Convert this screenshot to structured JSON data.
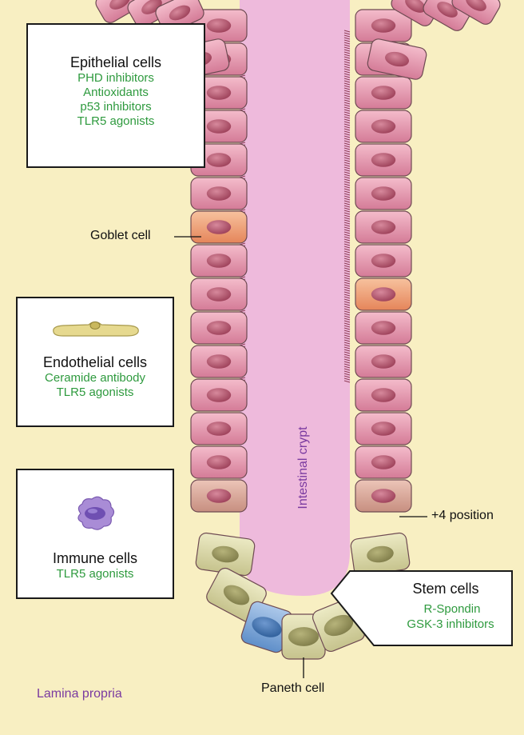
{
  "colors": {
    "background": "#f8efc2",
    "lumen": "#eebadc",
    "epithelial_fill": "#e8a1b5",
    "nucleus": "#b5566f",
    "goblet_fill": "#efa57d",
    "plus4_fill": "#d9a79c",
    "paneth_fill": "#d8d7a6",
    "stem_fill": "#7fa8d6",
    "treatment_text": "#2e9a3e",
    "region_label": "#7a3aa0",
    "immune_cell": "#a98cd6",
    "endothelial_cell": "#e6d98f"
  },
  "boxes": {
    "epithelial": {
      "title": "Epithelial cells",
      "items": [
        "PHD inhibitors",
        "Antioxidants",
        "p53 inhibitors",
        "TLR5 agonists"
      ]
    },
    "endothelial": {
      "title": "Endothelial cells",
      "items": [
        "Ceramide antibody",
        "TLR5 agonists"
      ],
      "icon": "endothelial-cell-icon"
    },
    "immune": {
      "title": "Immune cells",
      "items": [
        "TLR5 agonists"
      ],
      "icon": "immune-cell-icon"
    },
    "stem": {
      "title": "Stem cells",
      "items": [
        "R-Spondin",
        "GSK-3 inhibitors"
      ]
    }
  },
  "labels": {
    "goblet": "Goblet cell",
    "plus4": "+4 position",
    "paneth": "Paneth cell",
    "crypt": "Intestinal crypt",
    "lamina": "Lamina propria"
  }
}
